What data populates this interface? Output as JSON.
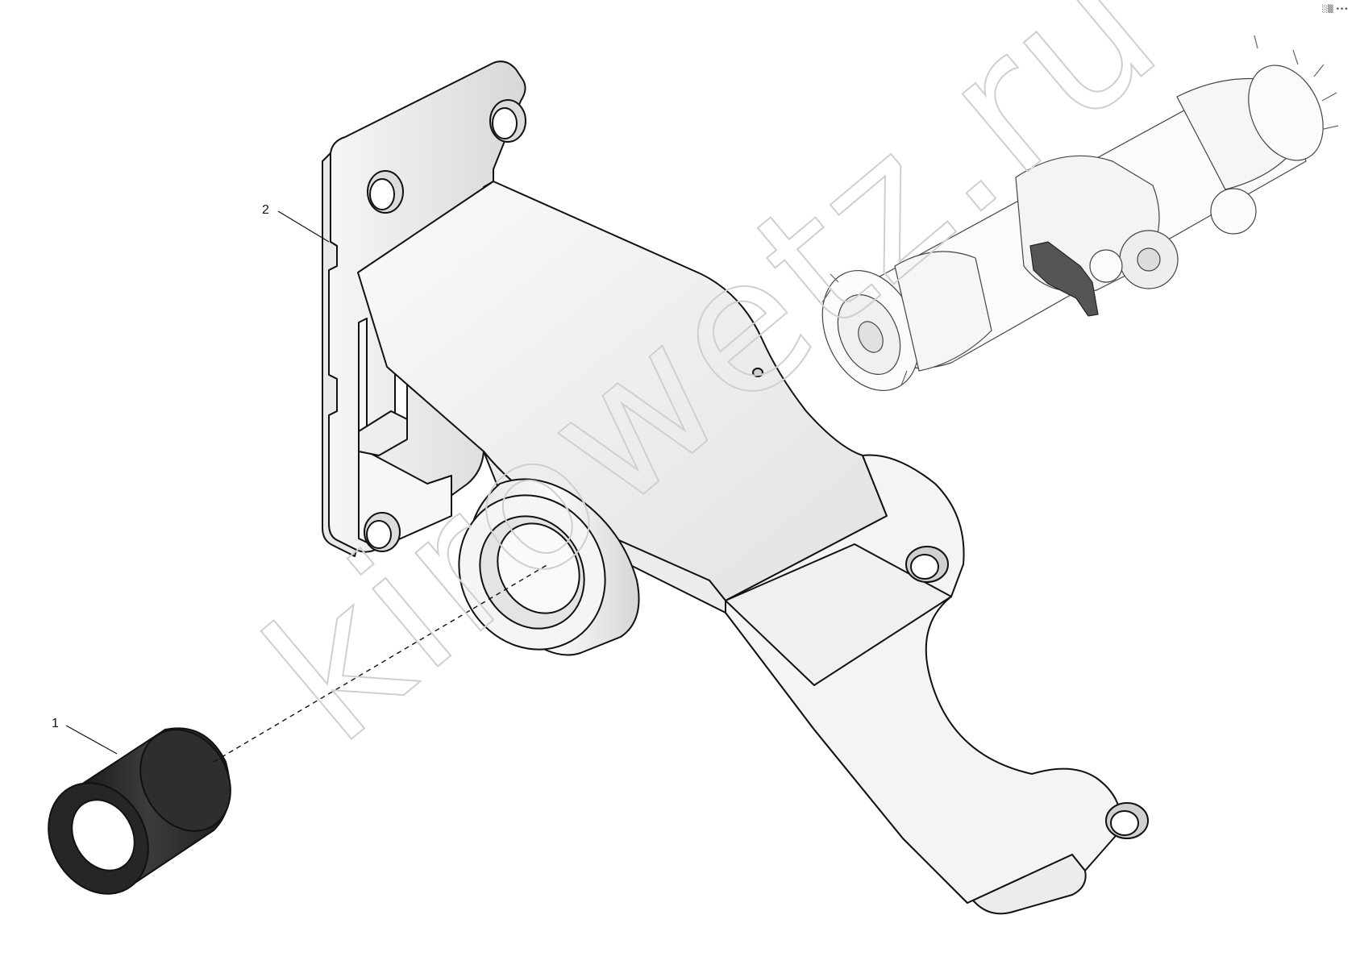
{
  "callouts": [
    {
      "number": "1",
      "part": "bushing"
    },
    {
      "number": "2",
      "part": "bracket"
    }
  ],
  "watermark": {
    "text": "kirowetz.ru"
  },
  "corner_mark": {
    "text": "░▒ •••"
  },
  "colors": {
    "outline": "#111111",
    "part_fill": "#f2f2f2",
    "bushing_fill": "#2b2b2b",
    "highlight_part": "#555555",
    "watermark": "#cfcfcf"
  }
}
